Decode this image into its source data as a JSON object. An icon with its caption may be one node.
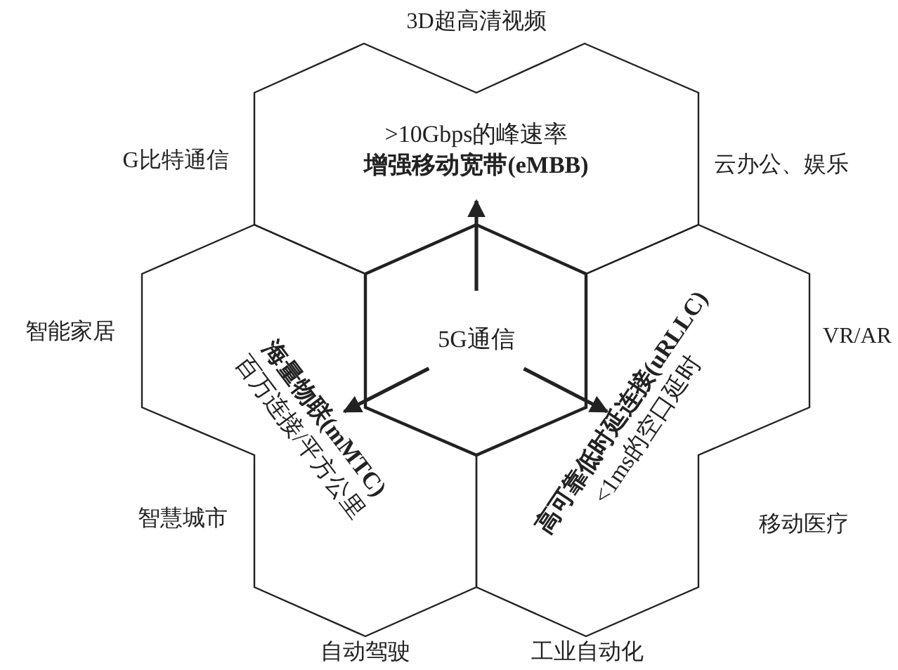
{
  "diagram": {
    "nodes": [
      {
        "text": [
          "5G通信"
        ]
      },
      {
        "text": [
          ">10Gbps的峰速率",
          "**增强移动宽带(eMBB)**"
        ]
      },
      {
        "text": [
          "**海量物联(mMTC)**",
          "百万连接/平方公里"
        ]
      },
      {
        "text": [
          "**高可靠低时延连接(uRLLC)**",
          "<1ms的空口延时"
        ]
      }
    ],
    "edges": [
      {
        "from": 0,
        "to": 1,
        "arrow": "to"
      },
      {
        "from": 0,
        "to": 2,
        "arrow": "to"
      },
      {
        "from": 0,
        "to": 3,
        "arrow": "to"
      }
    ],
    "labels": [
      "3D超高清视频",
      "G比特通信",
      "云办公、娱乐",
      "智能家居",
      "VR/AR",
      "智慧城市",
      "移动医疗",
      "自动驾驶",
      "工业自动化"
    ]
  }
}
